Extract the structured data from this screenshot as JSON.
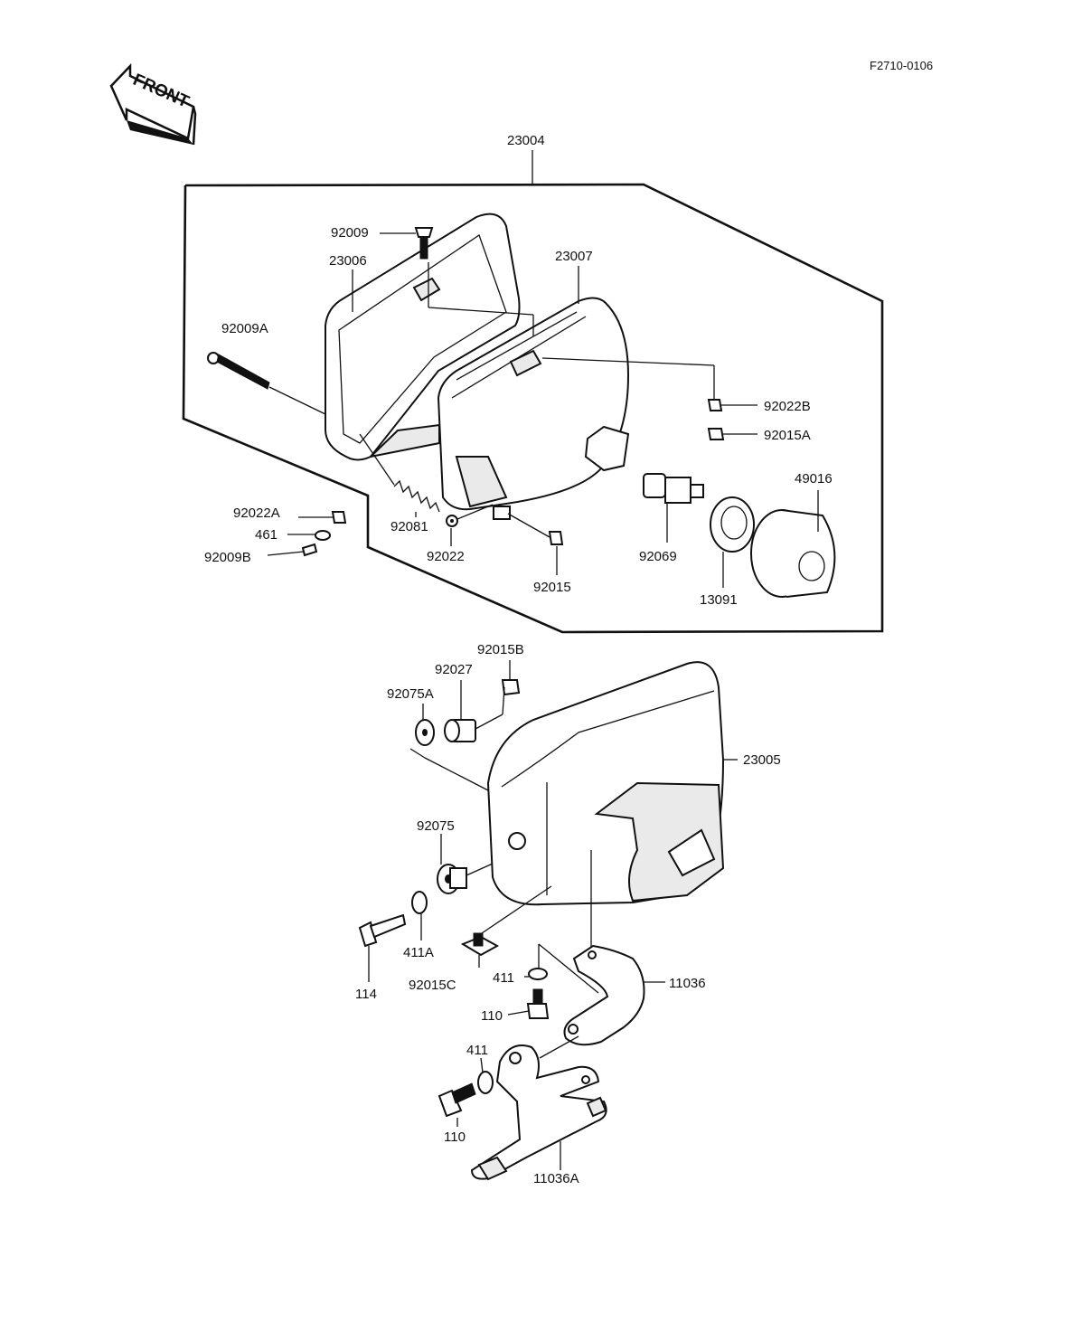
{
  "drawing_code": "F2710-0106",
  "front_label": "FRONT",
  "labels": {
    "p23004": "23004",
    "p92009": "92009",
    "p23006": "23006",
    "p23007": "23007",
    "p92009A": "92009A",
    "p92022B": "92022B",
    "p92015A": "92015A",
    "p49016": "49016",
    "p92022A": "92022A",
    "p461": "461",
    "p92009B": "92009B",
    "p92081": "92081",
    "p92022": "92022",
    "p92015": "92015",
    "p92069": "92069",
    "p13091": "13091",
    "p92015B": "92015B",
    "p92027": "92027",
    "p92075A": "92075A",
    "p23005": "23005",
    "p92075": "92075",
    "p411A": "411A",
    "p114": "114",
    "p92015C": "92015C",
    "p411a": "411",
    "p11036": "11036",
    "p110a": "110",
    "p411b": "411",
    "p110b": "110",
    "p11036A": "11036A"
  }
}
